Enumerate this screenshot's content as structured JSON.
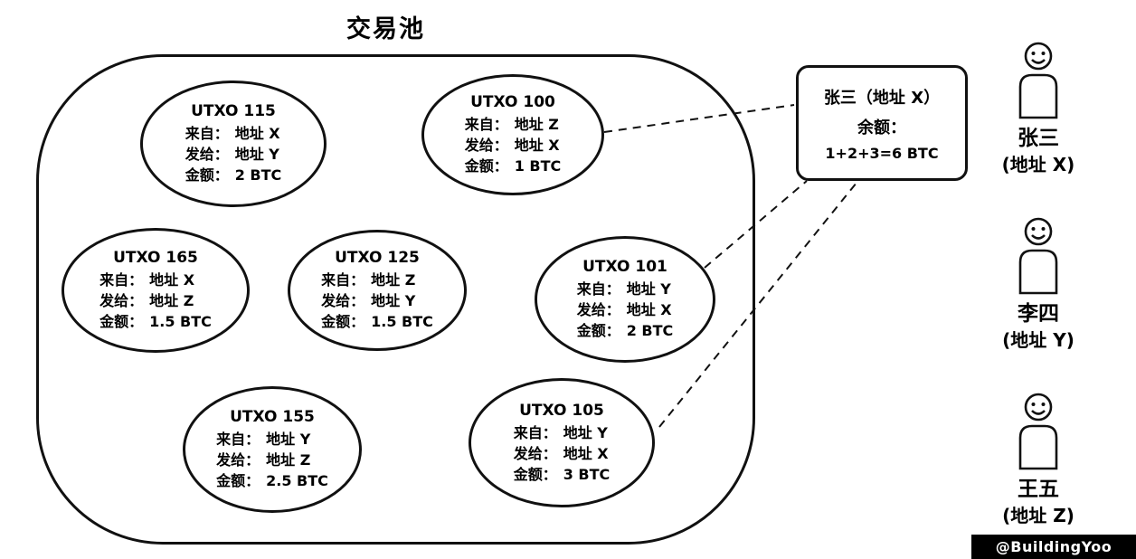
{
  "title": "交易池",
  "pool": {
    "utxos": [
      {
        "id": "UTXO 115",
        "from_label": "来自：",
        "from": "地址 X",
        "to_label": "发给：",
        "to": "地址 Y",
        "amount_label": "金额：",
        "amount": "2 BTC"
      },
      {
        "id": "UTXO 100",
        "from_label": "来自：",
        "from": "地址 Z",
        "to_label": "发给：",
        "to": "地址 X",
        "amount_label": "金额：",
        "amount": "1 BTC"
      },
      {
        "id": "UTXO 165",
        "from_label": "来自：",
        "from": "地址 X",
        "to_label": "发给：",
        "to": "地址 Z",
        "amount_label": "金额：",
        "amount": "1.5 BTC"
      },
      {
        "id": "UTXO 125",
        "from_label": "来自：",
        "from": "地址 Z",
        "to_label": "发给：",
        "to": "地址 Y",
        "amount_label": "金额：",
        "amount": "1.5 BTC"
      },
      {
        "id": "UTXO 101",
        "from_label": "来自：",
        "from": "地址 Y",
        "to_label": "发给：",
        "to": "地址 X",
        "amount_label": "金额：",
        "amount": "2 BTC"
      },
      {
        "id": "UTXO 155",
        "from_label": "来自：",
        "from": "地址 Y",
        "to_label": "发给：",
        "to": "地址 Z",
        "amount_label": "金额：",
        "amount": "2.5 BTC"
      },
      {
        "id": "UTXO 105",
        "from_label": "来自：",
        "from": "地址 Y",
        "to_label": "发给：",
        "to": "地址 X",
        "amount_label": "金额：",
        "amount": "3 BTC"
      }
    ]
  },
  "balance_box": {
    "owner": "张三（地址 X）",
    "balance_label": "余额：",
    "balance_value": "1+2+3=6 BTC"
  },
  "people": [
    {
      "name": "张三",
      "address": "(地址 X)"
    },
    {
      "name": "李四",
      "address": "(地址 Y)"
    },
    {
      "name": "王五",
      "address": "(地址 Z)"
    }
  ],
  "watermark": "@BuildingYoo"
}
